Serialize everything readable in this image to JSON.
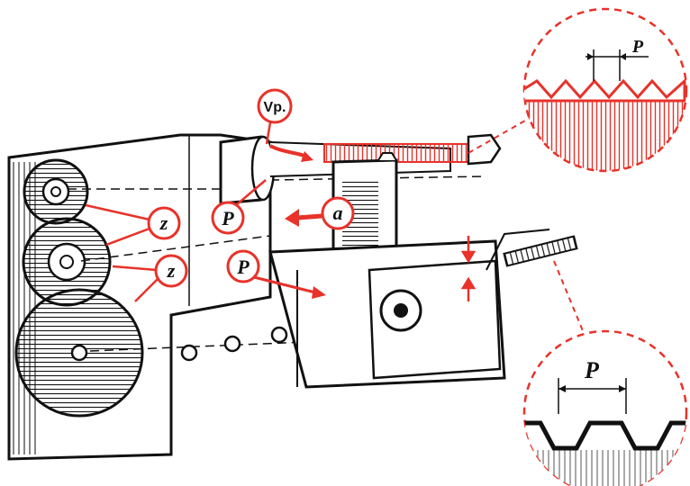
{
  "labels": {
    "vp": "Vp.",
    "p_upper": "P",
    "a_feed": "a",
    "p_lower": "P",
    "z_upper": "z",
    "z_lower": "z",
    "p_thread_detail": "P",
    "p_leadscrew_detail": "P"
  },
  "colors": {
    "ink": "#111111",
    "accent_red": "#e8322a",
    "paper": "#ffffff"
  },
  "icons": {
    "rotation_arrow": "curved-arrow-icon",
    "feed_arrow": "arrow-left-icon"
  }
}
